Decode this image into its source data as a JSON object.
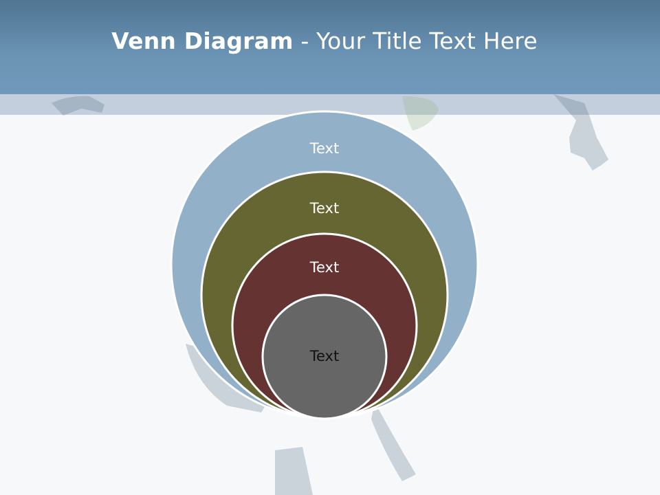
{
  "slide": {
    "title_bold": "Venn Diagram",
    "title_rest": " - Your Title Text Here"
  },
  "diagram": {
    "circles": [
      {
        "label": "Text",
        "color": "#93b0c9"
      },
      {
        "label": "Text",
        "color": "#666633"
      },
      {
        "label": "Text",
        "color": "#663333"
      },
      {
        "label": "Text",
        "color": "#666666"
      }
    ]
  },
  "background": {
    "photo": "faded-dancer-silhouette"
  }
}
